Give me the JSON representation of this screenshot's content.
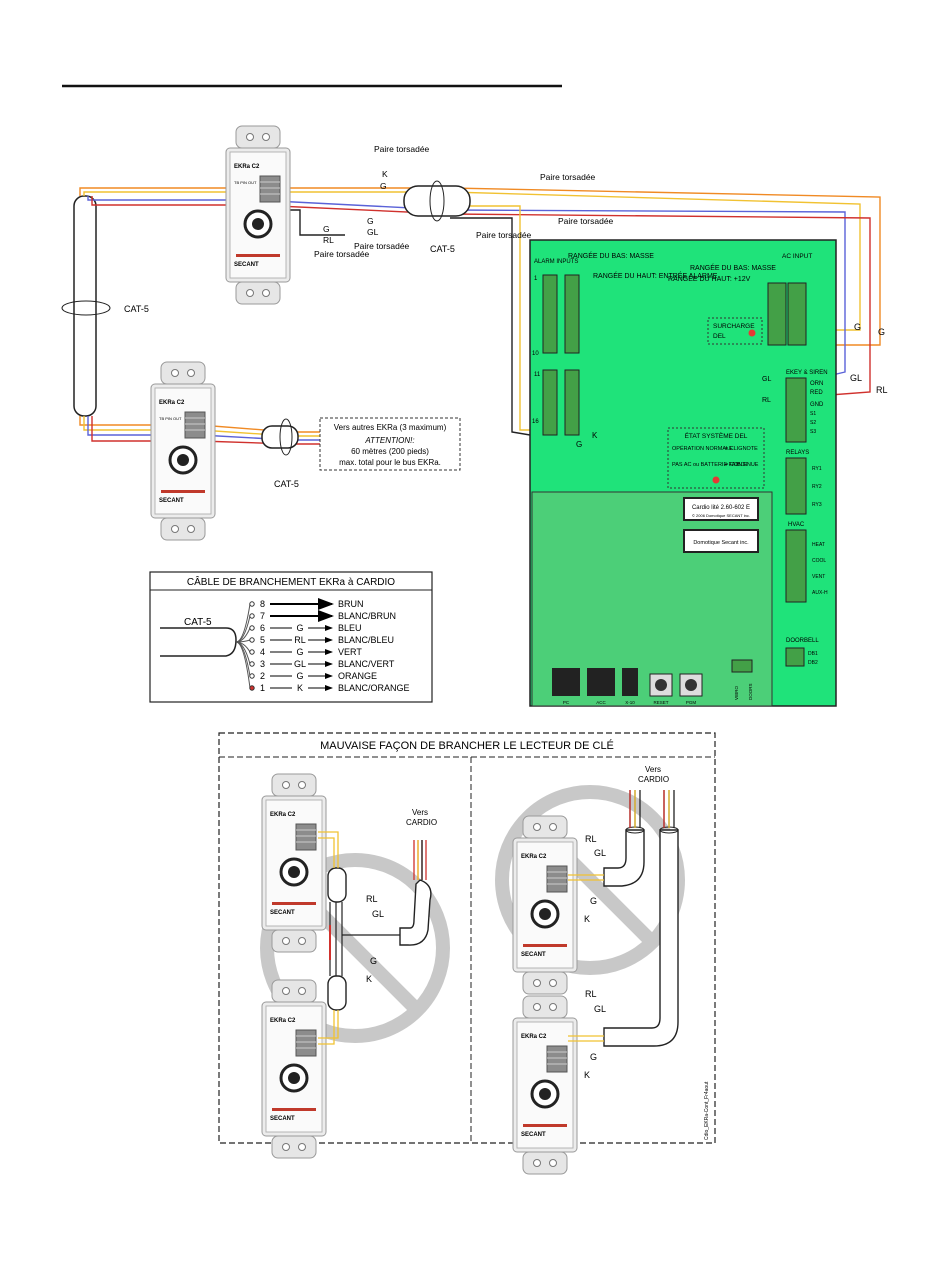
{
  "colors": {
    "board": "#1fe37a",
    "board_lower": "#4ccf78",
    "terminal": "#43a047",
    "wire_orange": "#f08a24",
    "wire_yellow": "#f1c232",
    "wire_blue": "#5a62d8",
    "wire_green": "#43a047",
    "wire_red": "#d0312d",
    "wire_brown": "#8b5a2b",
    "wire_black": "#222222",
    "no_symbol": "#c8c8c8"
  },
  "keypad": {
    "model": "EKRa C2",
    "terminal_header": "TB PIN OUT",
    "pins": [
      "K",
      "G",
      "GL",
      "RL"
    ],
    "brand": "SECANT"
  },
  "top_labels": {
    "paire_torsadee": "Paire torsadée",
    "k": "K",
    "g": "G",
    "gl": "GL",
    "rl": "RL",
    "cat5": "CAT-5"
  },
  "board": {
    "alarm_inputs": "ALARM INPUTS",
    "rangee_bas_masse": "RANGÉE DU BAS: MASSE",
    "rangee_haut_alarme": "RANGÉE DU HAUT: ENTRÉE ALARME",
    "ac_input": "AC INPUT",
    "ac_rangee_bas": "RANGÉE DU BAS: MASSE",
    "ac_rangee_haut": "RANGÉE DU HAUT: +12V",
    "surcharge": "SURCHARGE",
    "del": "DEL",
    "pin_1": "1",
    "pin_10": "10",
    "pin_11": "11",
    "pin_16": "16",
    "ekey_siren": "EKEY & SIREN",
    "orn": "ORN",
    "red": "RED",
    "gnd": "GND",
    "siren_pins": [
      "S1",
      "S2",
      "S3"
    ],
    "etat_title": "ÉTAT SYSTÈME DEL",
    "operation_normale": "OPÉRATION NORMALE",
    "clignote": "= CLIGNOTE",
    "pas_ac": "PAS AC ou BATTERIE FAIBLE",
    "continue": "= CONTINUE",
    "relays": "RELAYS",
    "relay_pins": [
      "RY1",
      "RY2",
      "RY3"
    ],
    "hvac": "HVAC",
    "hvac_pins": [
      "AUX-H",
      "VENT",
      "COOL",
      "HEAT"
    ],
    "cardio_version": "Cardio lité 2.60-602 E",
    "copyright": "© 2006 Domotique SECANT inc.",
    "brand_label": "Domotique Secant inc.",
    "doorbell": "DOORBELL",
    "doorbell_pins": [
      "DB1",
      "DB2"
    ],
    "vibro": "VIBRO",
    "doors": "DOORS",
    "ports": [
      "PC",
      "ACC",
      "X-10"
    ],
    "buttons": [
      "RESET",
      "PGM"
    ]
  },
  "notes": {
    "vers_autres": "Vers autres EKRa (3 maximum)",
    "attention": "ATTENTION!:",
    "line1": "60 mètres (200 pieds)",
    "line2": "max. total pour le bus EKRa."
  },
  "cable_table": {
    "title": "CÂBLE DE BRANCHEMENT EKRa à CARDIO",
    "cable_label": "CAT-5",
    "rows": [
      {
        "num": "8",
        "code": "",
        "color": "BRUN"
      },
      {
        "num": "7",
        "code": "",
        "color": "BLANC/BRUN"
      },
      {
        "num": "6",
        "code": "G",
        "color": "BLEU"
      },
      {
        "num": "5",
        "code": "RL",
        "color": "BLANC/BLEU"
      },
      {
        "num": "4",
        "code": "G",
        "color": "VERT"
      },
      {
        "num": "3",
        "code": "GL",
        "color": "BLANC/VERT"
      },
      {
        "num": "2",
        "code": "G",
        "color": "ORANGE"
      },
      {
        "num": "1",
        "code": "K",
        "color": "BLANC/ORANGE"
      }
    ]
  },
  "bottom": {
    "title": "MAUVAISE FAÇON DE BRANCHER LE LECTEUR DE CLÉ",
    "vers": "Vers",
    "cardio": "CARDIO",
    "rl": "RL",
    "gl": "GL",
    "g": "G",
    "k": "K",
    "file_ref": "Cdio_EKRa-Cont_Fr4aout"
  }
}
